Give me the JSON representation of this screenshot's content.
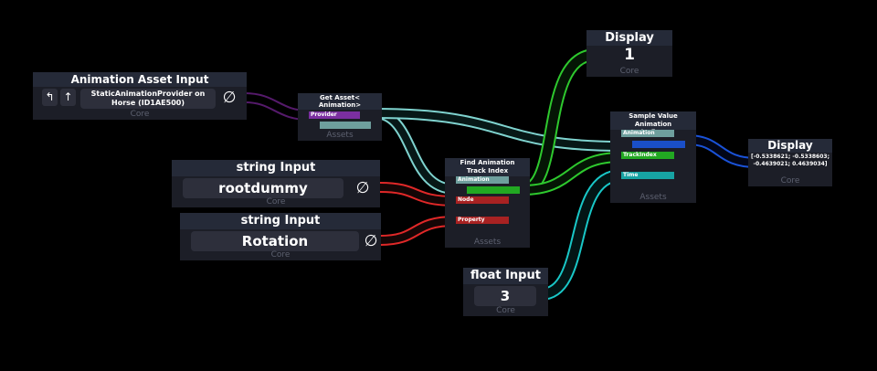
{
  "nodes": {
    "anim_asset_input": {
      "title": "Animation Asset Input",
      "value": "StaticAnimationProvider on Horse (ID1AE500)",
      "footer": "Core",
      "button1_icon": "↰",
      "button2_icon": "↑",
      "null_icon": "∅"
    },
    "get_asset": {
      "title": "Get Asset< Animation>",
      "port_provider": "Provider",
      "footer": "Assets"
    },
    "string_input_1": {
      "title": "string Input",
      "value": "rootdummy",
      "null_icon": "∅",
      "footer": "Core"
    },
    "string_input_2": {
      "title": "string Input",
      "value": "Rotation",
      "null_icon": "∅",
      "footer": "Core"
    },
    "find_track": {
      "title": "Find Animation Track Index",
      "port_animation": "Animation",
      "port_node": "Node",
      "port_property": "Property",
      "footer": "Assets"
    },
    "float_input": {
      "title": "float Input",
      "value": "3",
      "footer": "Core"
    },
    "sample_value": {
      "title": "Sample Value Animation Track<float Q>",
      "port_animation": "Animation",
      "port_trackindex": "TrackIndex",
      "port_time": "Time",
      "footer": "Assets"
    },
    "display_1": {
      "title": "Display",
      "value": "1",
      "footer": "Core"
    },
    "display_2": {
      "title": "Display",
      "value": "[-0.5338621; -0.5338603; -0.4639021; 0.4639034]",
      "footer": "Core"
    }
  },
  "colors": {
    "background": "#000000",
    "node_body": "#1c1e27",
    "node_header": "#252a38",
    "asset_wire": "#7fd3cf",
    "string_wire": "#e02828",
    "int_wire": "#2ec92e",
    "float_wire": "#19c7c7",
    "quaternion_wire": "#1a52d8",
    "provider_wire": "#9b2fc2"
  }
}
